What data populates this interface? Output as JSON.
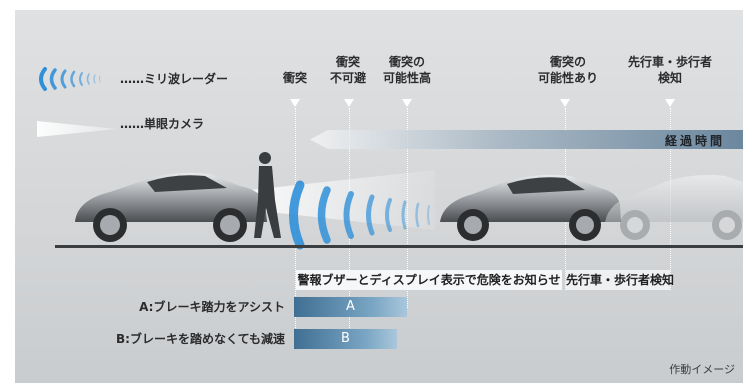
{
  "legend": {
    "radar_label": "……ミリ波レーダー",
    "camera_label": "……単眼カメラ"
  },
  "timeline": {
    "collision": "衝突",
    "unavoidable_line1": "衝突",
    "unavoidable_line2": "不可避",
    "high_line1": "衝突の",
    "high_line2": "可能性高",
    "possible_line1": "衝突の",
    "possible_line2": "可能性あり",
    "detect_line1": "先行車・歩行者",
    "detect_line2": "検知",
    "elapsed": "経過時間"
  },
  "alerts": {
    "warning": "警報ブザーとディスプレイ表示で危険をお知らせ",
    "detection": "先行車・歩行者検知"
  },
  "brake_assist": {
    "a_label": "A:ブレーキ踏力をアシスト",
    "a_bar": "A",
    "b_label": "B:ブレーキを踏めなくても減速",
    "b_bar": "B"
  },
  "caption": "作動イメージ",
  "colors": {
    "panel_bg": "#d4d6d8",
    "radar_blue": "#2f8fd8",
    "bar_blue": "#3f6f93",
    "ground": "#3b3e41"
  }
}
